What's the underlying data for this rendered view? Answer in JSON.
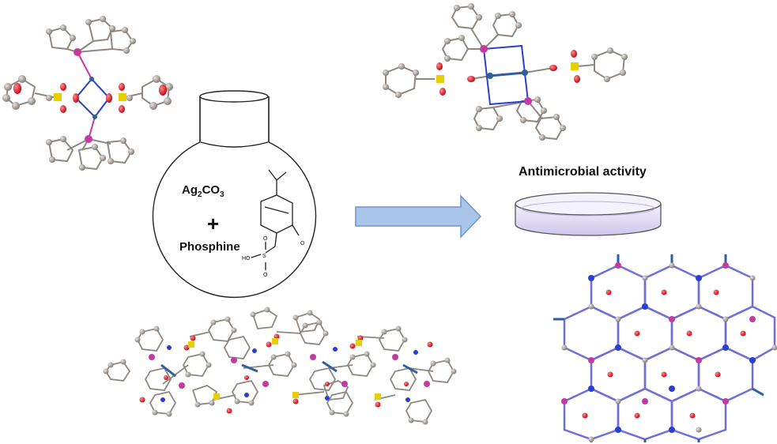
{
  "flask": {
    "reagent_main": "Ag",
    "reagent_sub1": "2",
    "reagent_mid": "CO",
    "reagent_sub2": "3",
    "plus": "+",
    "reagent2": "Phosphine",
    "ho_label": "HO",
    "s_label": "S",
    "o_label1": "O",
    "o_label2": "O",
    "o_ketone": "O"
  },
  "activity_label": "Antimicrobial activity",
  "colors": {
    "carbon": "#8f8780",
    "oxygen": "#e0101a",
    "sulfur": "#e8d000",
    "phosphorus": "#c43aa0",
    "silver": "#2f5f9e",
    "nitrogen": "#2a3fcf",
    "arrow_fill": "#a9c6ea",
    "arrow_stroke": "#6f93c8",
    "dish": "#d9d3f0",
    "network_bond": "#6e6fd8"
  },
  "icons": [
    "round-bottom-flask-icon",
    "petri-dish-icon",
    "reaction-arrow-icon"
  ]
}
